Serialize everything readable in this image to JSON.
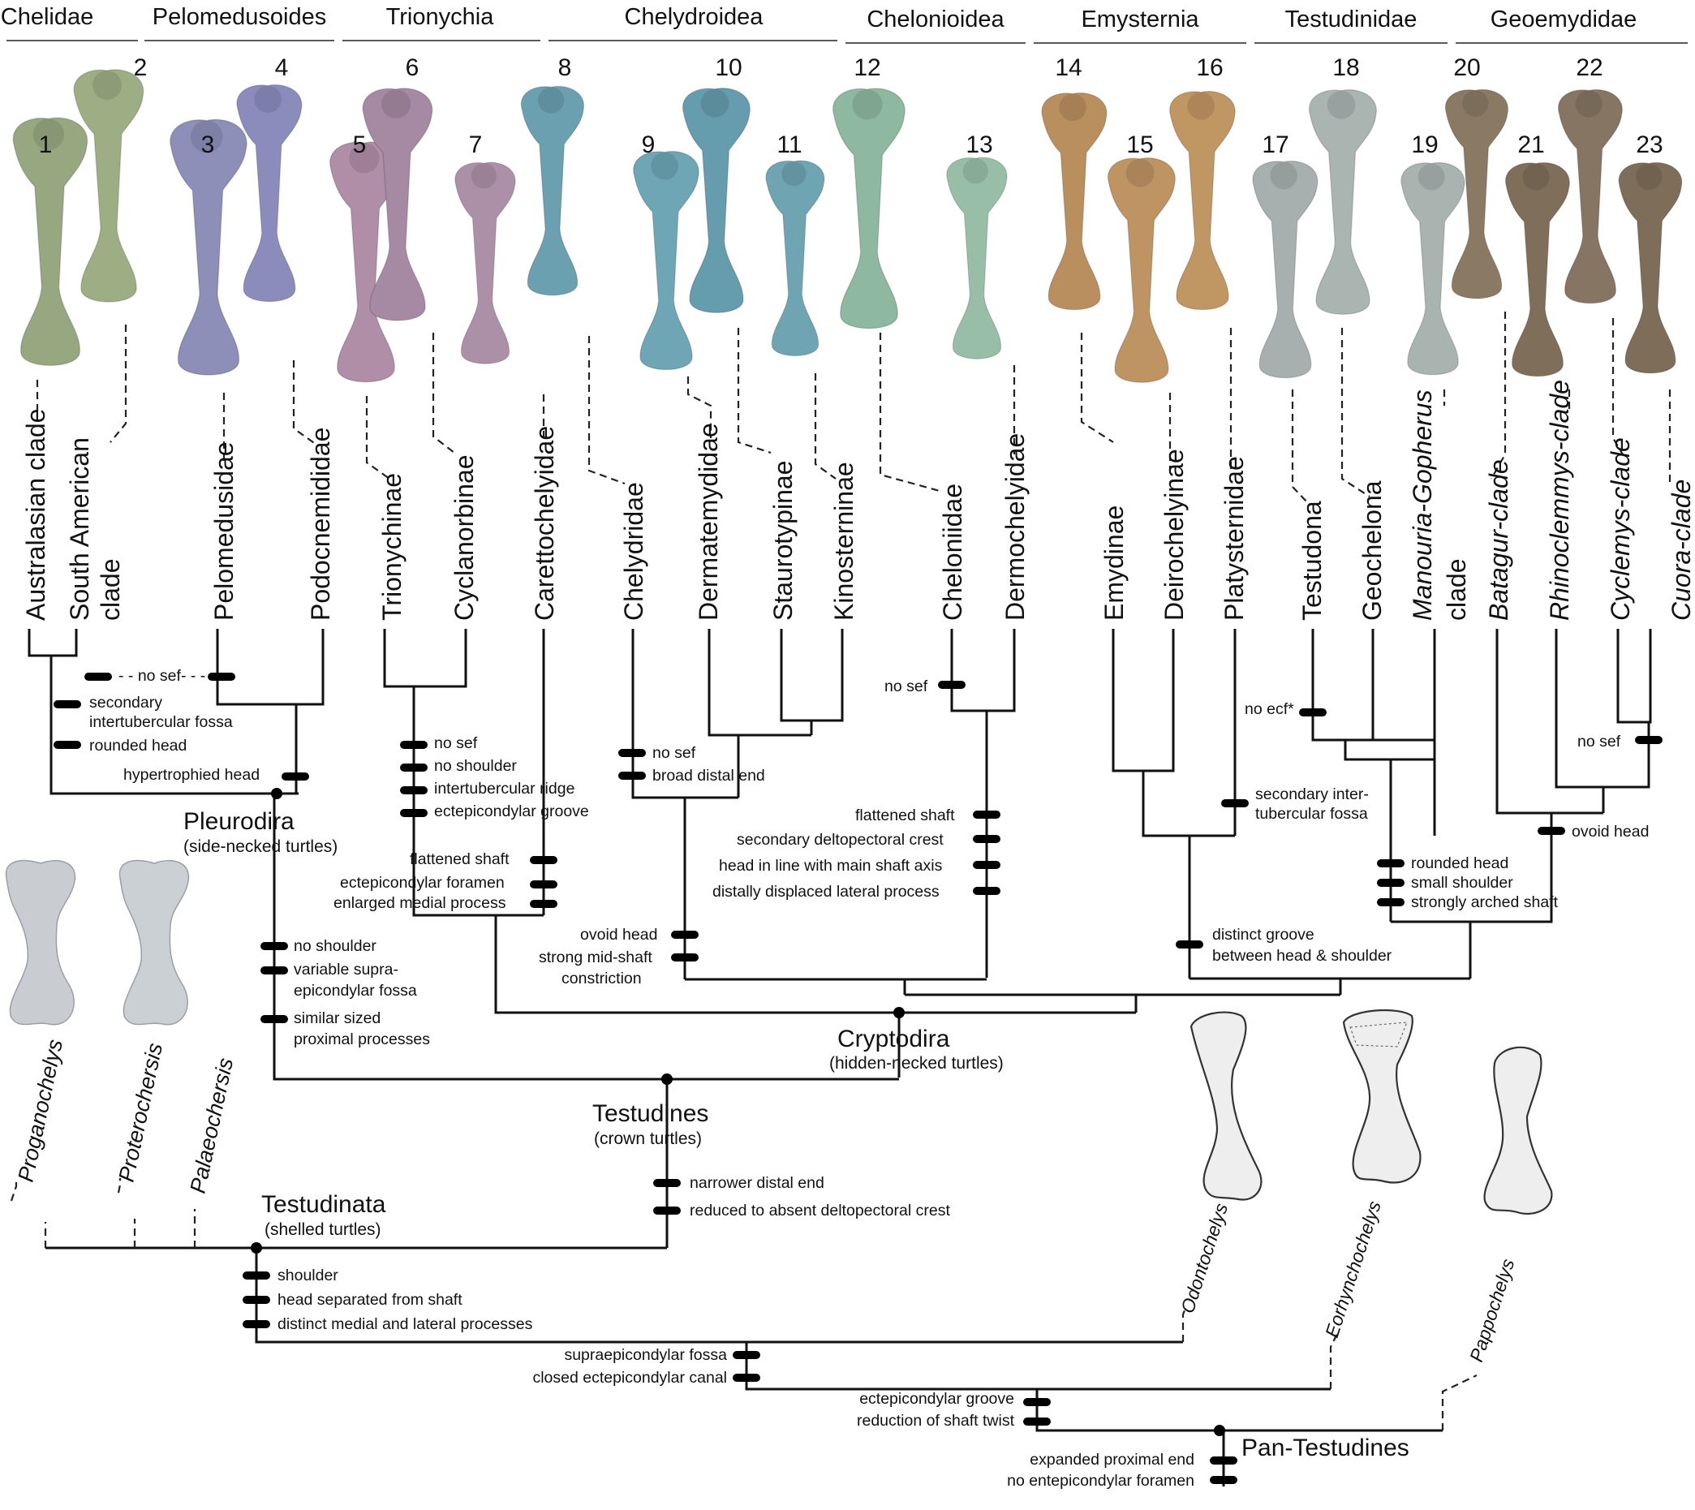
{
  "groups": [
    "Chelidae",
    "Pelomedusoides",
    "Trionychia",
    "Chelydroidea",
    "Chelonioidea",
    "Emysternia",
    "Testudinidae",
    "Geoemydidae"
  ],
  "specimen_numbers": [
    "1",
    "2",
    "3",
    "4",
    "5",
    "6",
    "7",
    "8",
    "9",
    "10",
    "11",
    "12",
    "13",
    "14",
    "15",
    "16",
    "17",
    "18",
    "19",
    "20",
    "21",
    "22",
    "23"
  ],
  "taxa": [
    {
      "label": "Australasian clade",
      "italic": false
    },
    {
      "label": "South American",
      "italic": false
    },
    {
      "label": "clade",
      "italic": false
    },
    {
      "label": "Pelomedusidae",
      "italic": false
    },
    {
      "label": "Podocnemididae",
      "italic": false
    },
    {
      "label": "Trionychinae",
      "italic": false
    },
    {
      "label": "Cyclanorbinae",
      "italic": false
    },
    {
      "label": "Carettochelyidae",
      "italic": false
    },
    {
      "label": "Chelydridae",
      "italic": false
    },
    {
      "label": "Dermatemydidae",
      "italic": false
    },
    {
      "label": "Staurotypinae",
      "italic": false
    },
    {
      "label": "Kinosterninae",
      "italic": false
    },
    {
      "label": "Cheloniidae",
      "italic": false
    },
    {
      "label": "Dermochelyidae",
      "italic": false
    },
    {
      "label": "Emydinae",
      "italic": false
    },
    {
      "label": "Deirochelyinae",
      "italic": false
    },
    {
      "label": "Platysternidae",
      "italic": false
    },
    {
      "label": "Testudona",
      "italic": false
    },
    {
      "label": "Geochelona",
      "italic": false
    },
    {
      "label": "Manouria-Gopherus",
      "italic": true
    },
    {
      "label": "clade",
      "italic": false
    },
    {
      "label": "Batagur-clade",
      "italic": true
    },
    {
      "label": "Rhinoclemmys-clade",
      "italic": true
    },
    {
      "label": "Cyclemys-clade",
      "italic": true
    },
    {
      "label": "Cuora-clade",
      "italic": true
    }
  ],
  "fossil_taxa": [
    "Proganochelys",
    "Proterochersis",
    "Palaeochersis",
    "Odontochelys",
    "Eorhynchochelys",
    "Pappochelys"
  ],
  "nodes": {
    "pleurodira": {
      "name": "Pleurodira",
      "sub": "(side-necked turtles)"
    },
    "cryptodira": {
      "name": "Cryptodira",
      "sub": "(hidden-necked turtles)"
    },
    "testudines": {
      "name": "Testudines",
      "sub": "(crown turtles)"
    },
    "testudinata": {
      "name": "Testudinata",
      "sub": "(shelled turtles)"
    },
    "pan_testudines": {
      "name": "Pan-Testudines",
      "sub": ""
    }
  },
  "characters": [
    "- - no sef- - -",
    "secondary",
    "intertubercular fossa",
    "rounded head",
    "hypertrophied head",
    "no sef",
    "no shoulder",
    "intertubercular ridge",
    "ectepicondylar groove",
    "flattened shaft",
    "ectepicondylar foramen",
    "enlarged medial process",
    "no sef",
    "broad distal end",
    "no sef",
    "flattened shaft",
    "secondary deltopectoral crest",
    "head in line with main shaft axis",
    "distally displaced lateral process",
    "ovoid head",
    "strong mid-shaft",
    "constriction",
    "no ecf*",
    "secondary inter-",
    "tubercular fossa",
    "no sef",
    "ovoid head",
    "rounded head",
    "small shoulder",
    "strongly arched shaft",
    "distinct groove",
    "between head & shoulder",
    "no shoulder",
    "variable supra-",
    "epicondylar fossa",
    "similar sized",
    "proximal processes",
    "narrower distal end",
    "reduced to absent deltopectoral crest",
    "shoulder",
    "head separated from shaft",
    "distinct medial and lateral processes",
    "supraepicondylar fossa",
    "closed ectepicondylar canal",
    "ectepicondylar groove",
    "reduction of shaft twist",
    "expanded proximal end",
    "no entepicondylar foramen"
  ],
  "colors": {
    "chelidae": "#97a881",
    "pelomedusoides": "#8d8fb8",
    "trionychia": "#a68aa3",
    "chelydroidea": "#6aa0b0",
    "chelonioidea": "#8fb8a0",
    "emysternia": "#b98f5e",
    "testudinidae": "#a7b0ae",
    "geoemydidae": "#8a7a64",
    "outgroup": "#c9cdd1"
  }
}
